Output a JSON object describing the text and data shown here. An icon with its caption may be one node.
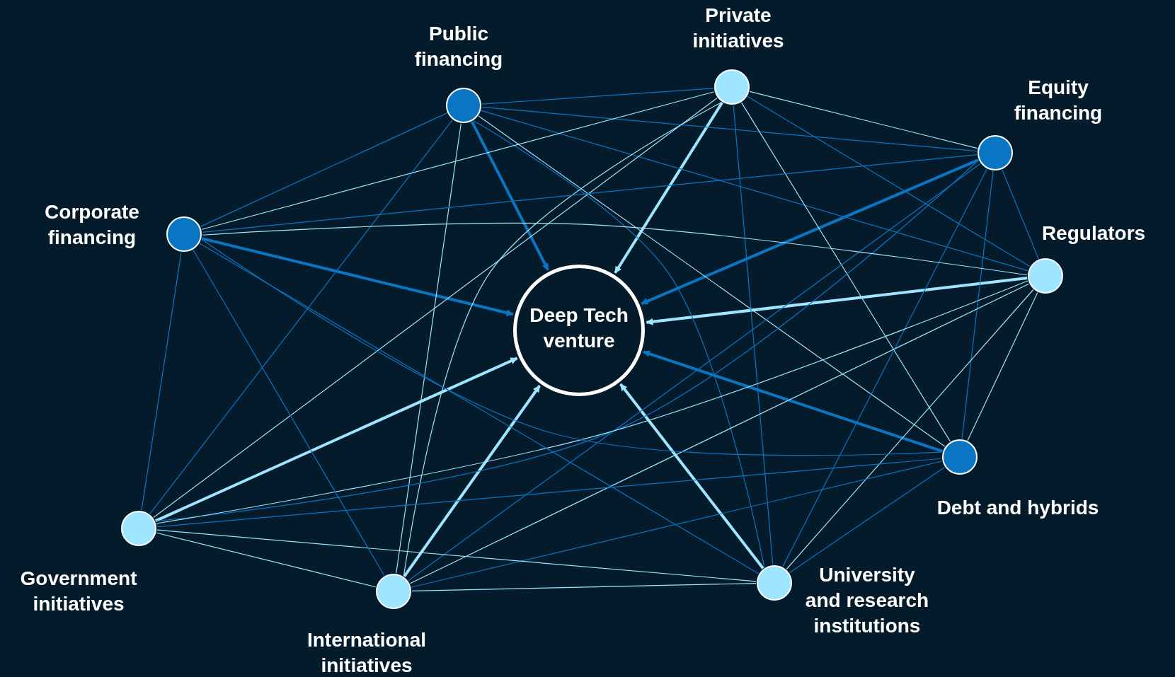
{
  "diagram": {
    "nodes": [
      {
        "text": [
          "Deep Tech venture"
        ]
      },
      {
        "text": [
          "Public financing"
        ]
      },
      {
        "text": [
          "Private initiatives"
        ]
      },
      {
        "text": [
          "Equity financing"
        ]
      },
      {
        "text": [
          "Regulators"
        ]
      },
      {
        "text": [
          "Debt and hybrids"
        ]
      },
      {
        "text": [
          "University and research institutions"
        ]
      },
      {
        "text": [
          "International initiatives"
        ]
      },
      {
        "text": [
          "Government initiatives"
        ]
      },
      {
        "text": [
          "Corporate financing"
        ]
      }
    ],
    "edges": [
      {
        "from": 1,
        "to": 0,
        "arrow": "to",
        "style": "thick"
      },
      {
        "from": 2,
        "to": 0,
        "arrow": "to",
        "style": "thick",
        "color": "#9ee6ff"
      },
      {
        "from": 3,
        "to": 0,
        "arrow": "to",
        "style": "thick"
      },
      {
        "from": 4,
        "to": 0,
        "arrow": "to",
        "style": "thick",
        "color": "#9ee6ff"
      },
      {
        "from": 5,
        "to": 0,
        "arrow": "to",
        "style": "thick"
      },
      {
        "from": 6,
        "to": 0,
        "arrow": "to",
        "style": "thick",
        "color": "#9ee6ff"
      },
      {
        "from": 7,
        "to": 0,
        "arrow": "to",
        "style": "thick",
        "color": "#9ee6ff"
      },
      {
        "from": 8,
        "to": 0,
        "arrow": "to",
        "style": "thick",
        "color": "#9ee6ff"
      },
      {
        "from": 9,
        "to": 0,
        "arrow": "to",
        "style": "thick"
      },
      {
        "from": 1,
        "to": 2,
        "arrow": "none"
      },
      {
        "from": 1,
        "to": 3,
        "arrow": "none"
      },
      {
        "from": 1,
        "to": 4,
        "arrow": "none"
      },
      {
        "from": 1,
        "to": 5,
        "arrow": "none",
        "color": "#9ee6ff"
      },
      {
        "from": 1,
        "to": 6,
        "arrow": "none"
      },
      {
        "from": 1,
        "to": 7,
        "arrow": "none",
        "color": "#9ee6ff"
      },
      {
        "from": 1,
        "to": 8,
        "arrow": "none"
      },
      {
        "from": 1,
        "to": 9,
        "arrow": "none"
      },
      {
        "from": 2,
        "to": 3,
        "arrow": "none",
        "color": "#9ee6ff"
      },
      {
        "from": 2,
        "to": 4,
        "arrow": "none"
      },
      {
        "from": 2,
        "to": 5,
        "arrow": "none",
        "color": "#9ee6ff"
      },
      {
        "from": 2,
        "to": 6,
        "arrow": "none"
      },
      {
        "from": 2,
        "to": 7,
        "arrow": "none",
        "color": "#9ee6ff"
      },
      {
        "from": 2,
        "to": 8,
        "arrow": "none",
        "color": "#9ee6ff"
      },
      {
        "from": 2,
        "to": 9,
        "arrow": "none",
        "color": "#9ee6ff"
      },
      {
        "from": 3,
        "to": 4,
        "arrow": "none"
      },
      {
        "from": 3,
        "to": 5,
        "arrow": "none"
      },
      {
        "from": 3,
        "to": 6,
        "arrow": "none"
      },
      {
        "from": 3,
        "to": 7,
        "arrow": "none"
      },
      {
        "from": 3,
        "to": 8,
        "arrow": "none"
      },
      {
        "from": 3,
        "to": 9,
        "arrow": "none"
      },
      {
        "from": 4,
        "to": 5,
        "arrow": "none",
        "color": "#9ee6ff"
      },
      {
        "from": 4,
        "to": 6,
        "arrow": "none",
        "color": "#9ee6ff"
      },
      {
        "from": 4,
        "to": 7,
        "arrow": "none",
        "color": "#9ee6ff"
      },
      {
        "from": 4,
        "to": 8,
        "arrow": "none",
        "color": "#9ee6ff"
      },
      {
        "from": 4,
        "to": 9,
        "arrow": "none",
        "color": "#9ee6ff"
      },
      {
        "from": 5,
        "to": 6,
        "arrow": "none"
      },
      {
        "from": 5,
        "to": 7,
        "arrow": "none"
      },
      {
        "from": 5,
        "to": 8,
        "arrow": "none"
      },
      {
        "from": 5,
        "to": 9,
        "arrow": "none"
      },
      {
        "from": 6,
        "to": 7,
        "arrow": "none",
        "color": "#9ee6ff"
      },
      {
        "from": 6,
        "to": 8,
        "arrow": "none",
        "color": "#9ee6ff"
      },
      {
        "from": 6,
        "to": 9,
        "arrow": "none"
      },
      {
        "from": 7,
        "to": 8,
        "arrow": "none",
        "color": "#9ee6ff"
      },
      {
        "from": 7,
        "to": 9,
        "arrow": "none"
      },
      {
        "from": 8,
        "to": 9,
        "arrow": "none"
      }
    ]
  }
}
